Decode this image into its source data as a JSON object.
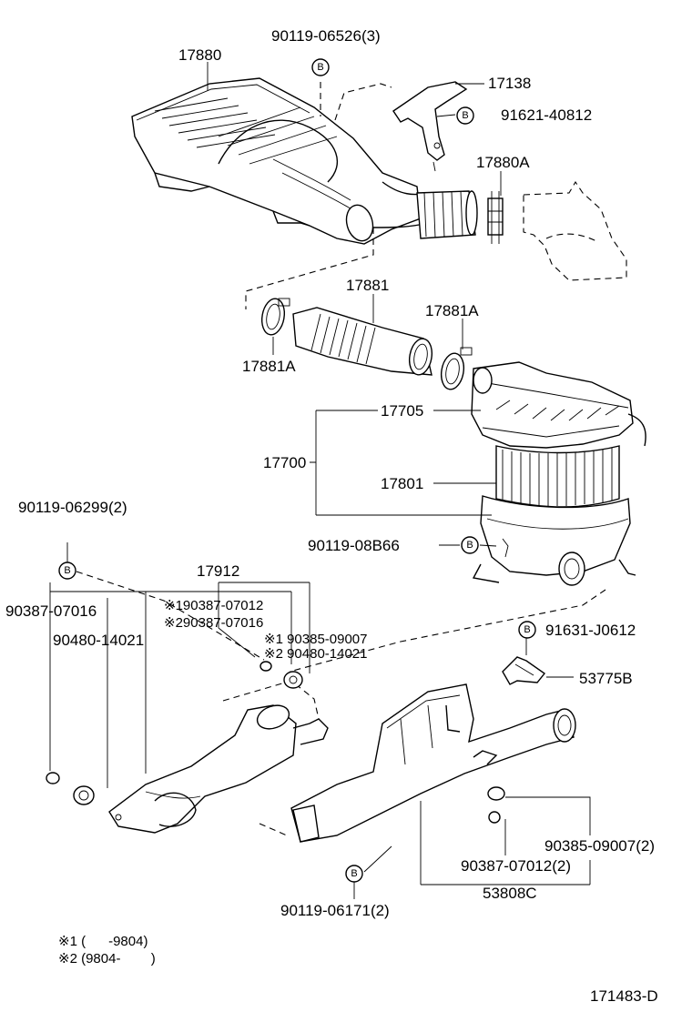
{
  "parts": {
    "p17880": "17880",
    "p90119_06526": "90119-06526(3)",
    "p17138": "17138",
    "p91621_40812": "91621-40812",
    "p17880A": "17880A",
    "p17881": "17881",
    "p17881A_right": "17881A",
    "p17881A_left": "17881A",
    "p17705": "17705",
    "p17700": "17700",
    "p17801": "17801",
    "p90119_08B66": "90119-08B66",
    "p90119_06299": "90119-06299(2)",
    "p17912": "17912",
    "p90387_07016_left": "90387-07016",
    "p90480_14021_left": "90480-14021",
    "p1_90387_07012": "※190387-07012",
    "p2_90387_07016": "※290387-07016",
    "p1_90385_09007": "※1 90385-09007",
    "p2_90480_14021": "※2 90480-14021",
    "p91631_J0612": "91631-J0612",
    "p53775B": "53775B",
    "p90385_09007": "90385-09007(2)",
    "p90387_07012": "90387-07012(2)",
    "p53808C": "53808C",
    "p90119_06171": "90119-06171(2)"
  },
  "bolt_marker": "B",
  "notes": {
    "note1": "※1 (      -9804)",
    "note2": "※2 (9804-        )"
  },
  "figure_id": "171483-D"
}
